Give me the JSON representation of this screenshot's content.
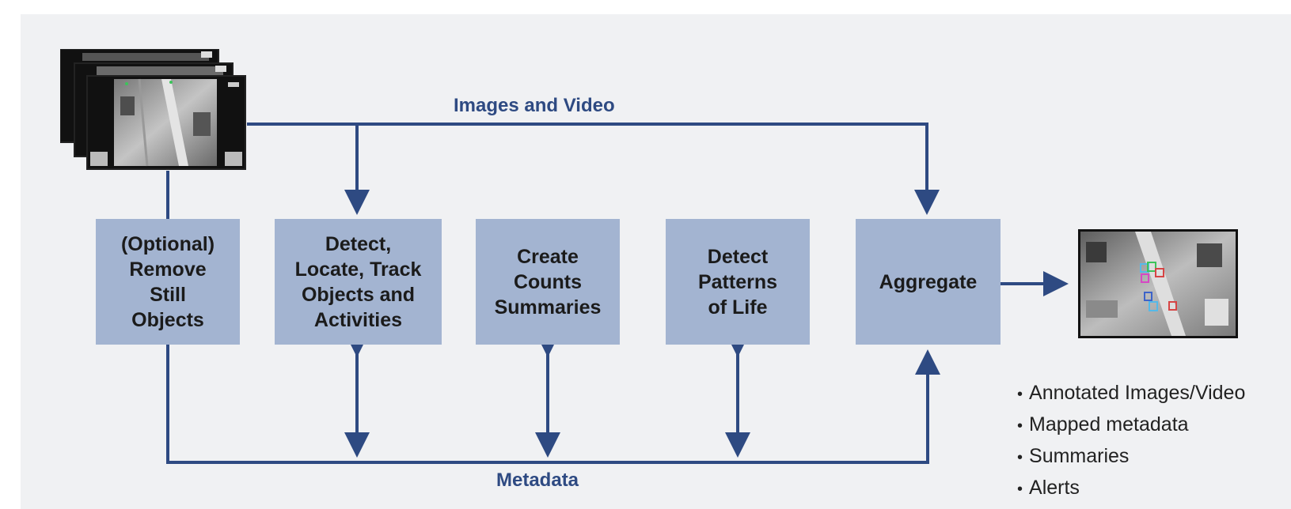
{
  "flows": {
    "top_label": "Images and Video",
    "bottom_label": "Metadata"
  },
  "steps": [
    {
      "label": "(Optional)\nRemove\nStill\nObjects"
    },
    {
      "label": "Detect,\nLocate, Track\nObjects and\nActivities"
    },
    {
      "label": "Create\nCounts\nSummaries"
    },
    {
      "label": "Detect\nPatterns\nof Life"
    },
    {
      "label": "Aggregate"
    }
  ],
  "outputs": [
    "Annotated Images/Video",
    "Mapped metadata",
    "Summaries",
    "Alerts"
  ],
  "colors": {
    "connector": "#2e4a82",
    "box_fill": "#a3b4d1",
    "background": "#f0f1f3",
    "detection_boxes": [
      "#d64545",
      "#3cc45a",
      "#3d63c9",
      "#d648c4",
      "#55b9e8"
    ]
  },
  "icons": {
    "input": "aerial-video-frames-icon",
    "output": "annotated-aerial-image-icon"
  }
}
